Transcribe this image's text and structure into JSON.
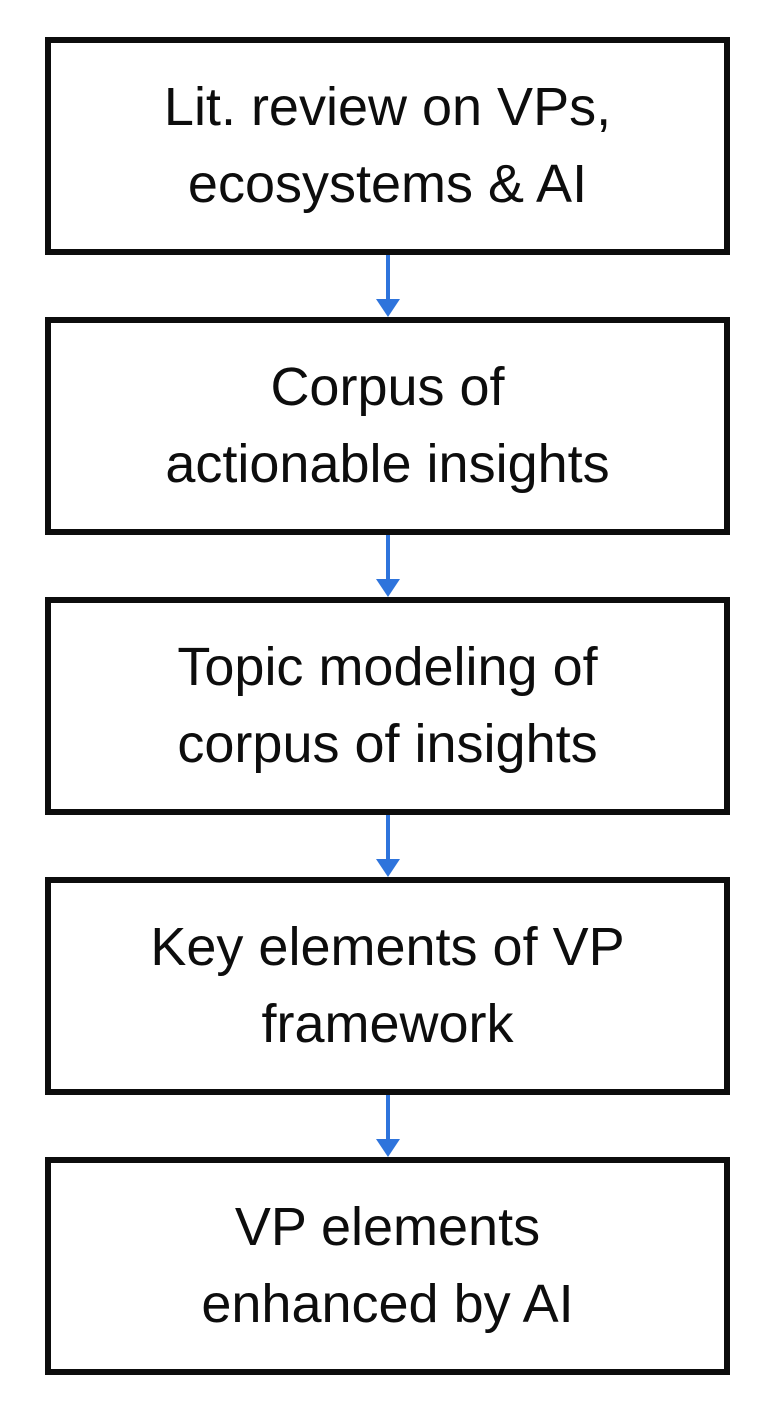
{
  "diagram": {
    "type": "flowchart",
    "direction": "top-to-bottom",
    "boxes": [
      {
        "id": "step-1",
        "label": "Lit. review on VPs, ecosystems & AI",
        "lines": [
          "Lit. review on VPs,",
          "ecosystems & AI"
        ]
      },
      {
        "id": "step-2",
        "label": "Corpus of actionable insights",
        "lines": [
          "Corpus of",
          "actionable insights"
        ]
      },
      {
        "id": "step-3",
        "label": "Topic modeling of corpus of insights",
        "lines": [
          "Topic modeling of",
          "corpus of insights"
        ]
      },
      {
        "id": "step-4",
        "label": "Key elements of VP framework",
        "lines": [
          "Key elements of VP",
          "framework"
        ]
      },
      {
        "id": "step-5",
        "label": "VP elements enhanced by AI",
        "lines": [
          "VP elements",
          "enhanced by AI"
        ]
      }
    ],
    "connectors": [
      {
        "from": "step-1",
        "to": "step-2",
        "style": "arrow-down"
      },
      {
        "from": "step-2",
        "to": "step-3",
        "style": "arrow-down"
      },
      {
        "from": "step-3",
        "to": "step-4",
        "style": "arrow-down"
      },
      {
        "from": "step-4",
        "to": "step-5",
        "style": "arrow-down"
      }
    ],
    "colors": {
      "background": "#ffffff",
      "box_border": "#0d0d0d",
      "box_fill": "#ffffff",
      "text": "#0d0d0d",
      "arrow": "#2e74dc"
    }
  }
}
